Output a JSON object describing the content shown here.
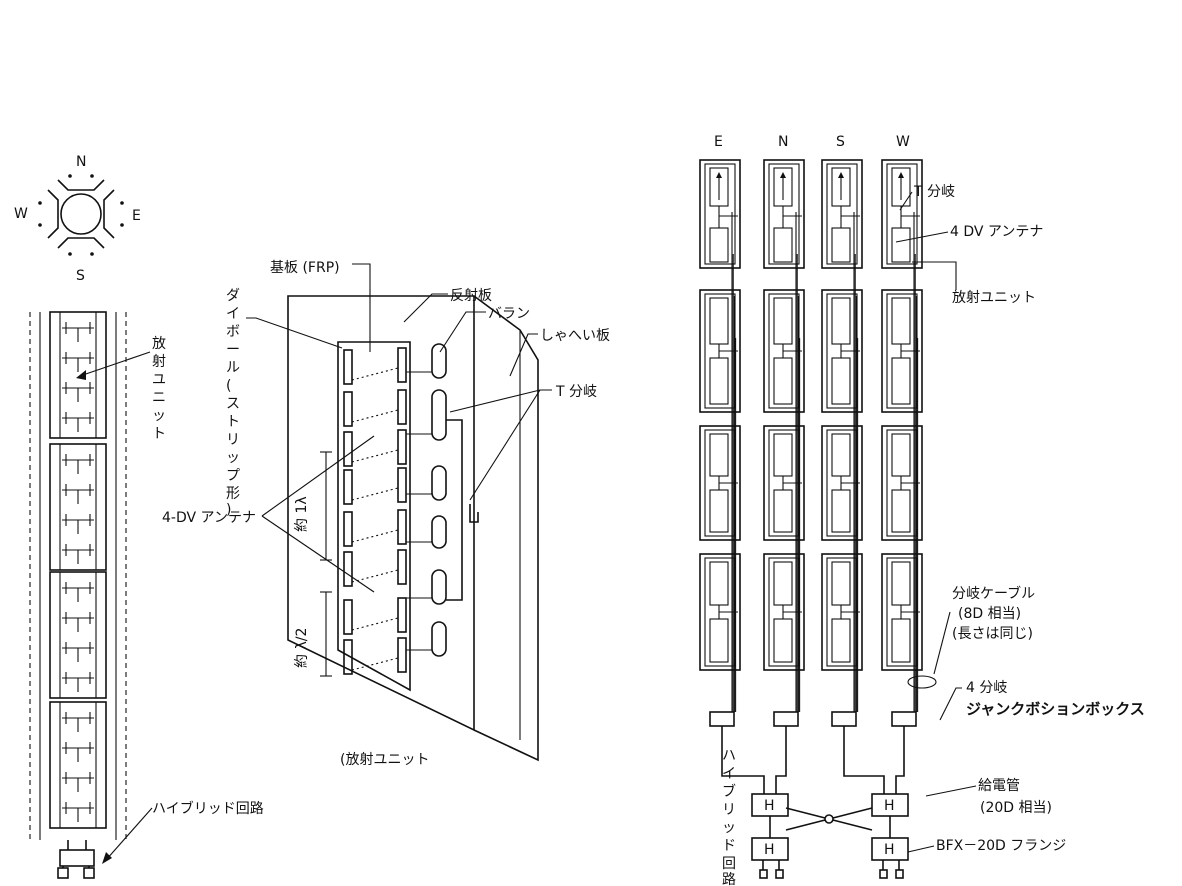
{
  "compass": {
    "n": "N",
    "w": "W",
    "e": "E",
    "s": "S"
  },
  "side_view": {
    "label_unit": "放射ユニット",
    "label_hybrid": "ハイブリッド回路"
  },
  "unit_detail": {
    "label_substrate": "基板 (FRP)",
    "label_reflector": "反射板",
    "label_balun": "バラン",
    "label_shield": "しゃへい板",
    "label_dipole": "ダイポール(ストリップ形)",
    "label_tee": "T 分岐",
    "label_4dv": "4-DV アンテナ",
    "label_dim1": "約 1λ",
    "label_dim2": "約 λ/2",
    "caption": "(放射ユニット"
  },
  "array": {
    "columns": [
      "E",
      "N",
      "S",
      "W"
    ],
    "label_tee": "T 分岐",
    "label_4dv": "4 DV アンテナ",
    "label_unit": "放射ユニット",
    "label_branch_cable_1": "分岐ケーブル",
    "label_branch_cable_2": "(8D 相当)",
    "label_branch_cable_3": "(長さは同じ)",
    "label_junction_1": "4 分岐",
    "label_junction_2": "ジャンクボションボックス",
    "label_hybrid": "ハイブリッド回路",
    "label_feeder_1": "給電管",
    "label_feeder_2": "(20D 相当)",
    "label_flange": "BFX－20D フランジ",
    "hybrid_letter": "H"
  }
}
